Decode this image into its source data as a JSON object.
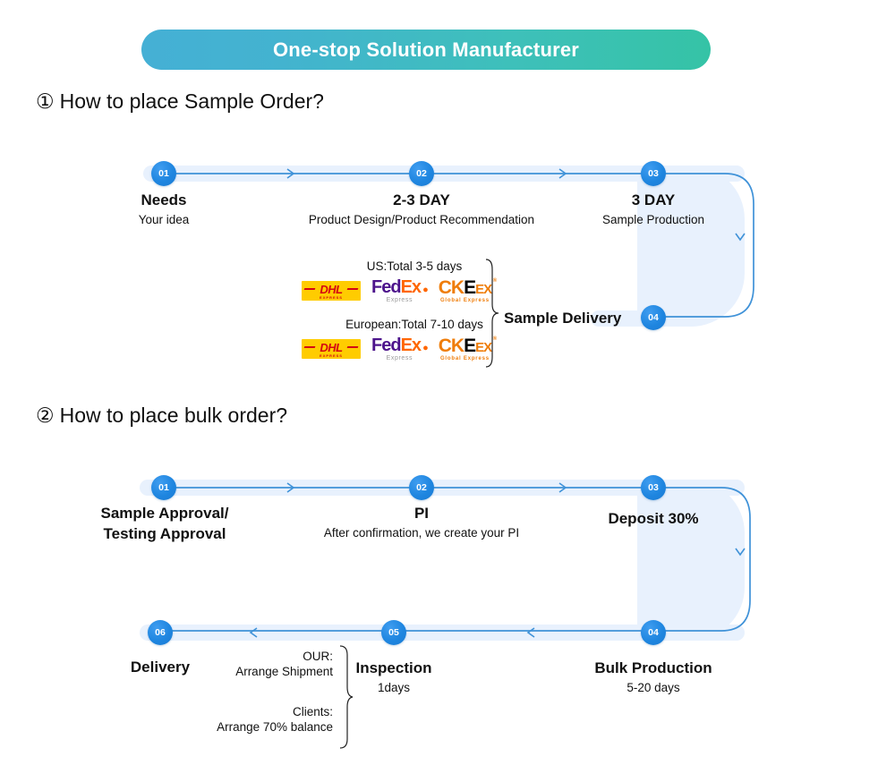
{
  "banner": {
    "title": "One-stop Solution Manufacturer",
    "gradient_from": "#45b0d5",
    "gradient_to": "#35c3a6"
  },
  "theme": {
    "node_blue": "#1f86e0",
    "line_blue": "#4a9fe0",
    "track_blue": "#e8f1fd"
  },
  "sections": [
    {
      "marker": "①",
      "heading": "How to place Sample Order?",
      "nodes": [
        {
          "num": "01",
          "main": "Needs",
          "sub": "Your idea"
        },
        {
          "num": "02",
          "main": "2-3 DAY",
          "sub": "Product Design/Product Recommendation"
        },
        {
          "num": "03",
          "main": "3 DAY",
          "sub": "Sample Production"
        },
        {
          "num": "04",
          "main": "Sample Delivery",
          "sub": ""
        }
      ],
      "shipping": {
        "us_label": "US:Total 3-5 days",
        "eu_label": "European:Total 7-10 days",
        "couriers": [
          {
            "name": "dhl-logo",
            "text": "DHL",
            "sub": "EXPRESS"
          },
          {
            "name": "fedex-logo",
            "text": "FedEx",
            "sub": "Express"
          },
          {
            "name": "ckeex-logo",
            "text": "CKEEX",
            "sub": "Global Express"
          }
        ]
      }
    },
    {
      "marker": "②",
      "heading": "How to place bulk order?",
      "nodes": [
        {
          "num": "01",
          "main_line1": "Sample Approval/",
          "main_line2": "Testing Approval",
          "sub": ""
        },
        {
          "num": "02",
          "main": "PI",
          "sub": "After confirmation, we create your PI"
        },
        {
          "num": "03",
          "main": "Deposit 30%",
          "sub": ""
        },
        {
          "num": "04",
          "main": "Bulk Production",
          "sub": "5-20 days"
        },
        {
          "num": "05",
          "main": "Inspection",
          "sub": "1days"
        },
        {
          "num": "06",
          "main": "Delivery",
          "sub": ""
        }
      ],
      "payment": {
        "our_label": "OUR:",
        "our_value": "Arrange Shipment",
        "clients_label": "Clients:",
        "clients_value": "Arrange 70% balance"
      }
    }
  ]
}
